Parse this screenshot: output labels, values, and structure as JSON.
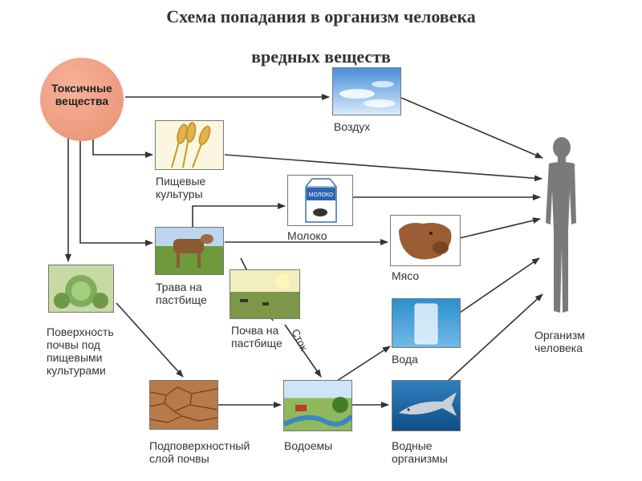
{
  "title_line1": "Схема попадания в организм человека",
  "title_line2": "вредных веществ",
  "source": {
    "line1": "Токсичные",
    "line2": "вещества"
  },
  "nodes": {
    "air": "Воздух",
    "crops": {
      "line1": "Пищевые",
      "line2": "культуры"
    },
    "milk": "Молоко",
    "milk_carton_text": "МОЛОКО",
    "grass": {
      "line1": "Трава на",
      "line2": "пастбище"
    },
    "meat": "Мясо",
    "pasture_soil": {
      "line1": "Почва на",
      "line2": "пастбище"
    },
    "soil_surface": {
      "line1": "Поверхность",
      "line2": "почвы под",
      "line3": "пищевыми",
      "line4": "культурами"
    },
    "water": "Вода",
    "subsoil": {
      "line1": "Подповерхностный",
      "line2": "слой почвы"
    },
    "water_bodies": "Водоемы",
    "aquatic": {
      "line1": "Водные",
      "line2": "организмы"
    },
    "human": {
      "line1": "Организм",
      "line2": "человека"
    }
  },
  "runoff_label": "Сток",
  "colors": {
    "source_fill": "#e98f70",
    "arrow": "#333333",
    "human": "#7a7a7a"
  }
}
